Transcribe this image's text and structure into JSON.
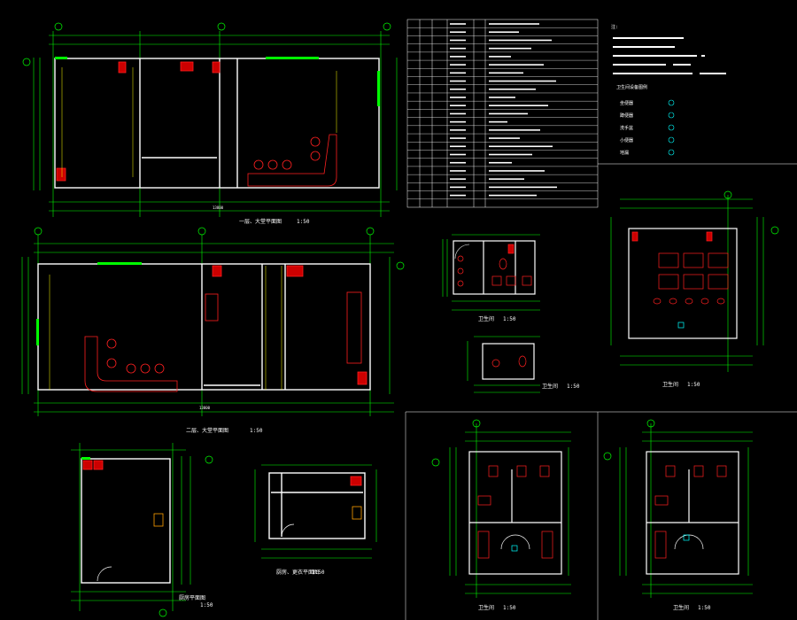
{
  "colors": {
    "background": "#000000",
    "wall": "#ffffff",
    "dimension": "#00ff00",
    "fixture": "#ff2020",
    "fixture_fill": "#cc0000",
    "grid_line": "#ffff00",
    "table_grid": "#ffffff",
    "accent": "#00ffff",
    "highlight": "#ffa000"
  },
  "plans": {
    "plan1": {
      "caption": "一层、大堂平面图",
      "scale": "1:50",
      "overall_dim": "13800"
    },
    "plan2": {
      "caption": "二层、大堂平面图",
      "scale": "1:50",
      "overall_dim": "13800"
    },
    "plan3": {
      "caption": "厨房平面图",
      "scale": "1:50"
    },
    "plan4": {
      "caption": "厨房、更衣平面图",
      "scale": "1:50"
    },
    "toilet1": {
      "caption": "卫生间",
      "scale": "1:50"
    },
    "toilet2": {
      "caption": "卫生间",
      "scale": "1:50"
    },
    "toilet3": {
      "caption": "卫生间",
      "scale": "1:50"
    },
    "toilet4": {
      "caption": "卫生间",
      "scale": "1:50"
    },
    "toilet5": {
      "caption": "卫生间",
      "scale": "1:50"
    }
  },
  "notes_heading": "注:",
  "legend_heading": "卫生间设备图例",
  "legend_items": [
    "坐便器",
    "蹲便器",
    "洗手盆",
    "小便器",
    "地漏"
  ]
}
